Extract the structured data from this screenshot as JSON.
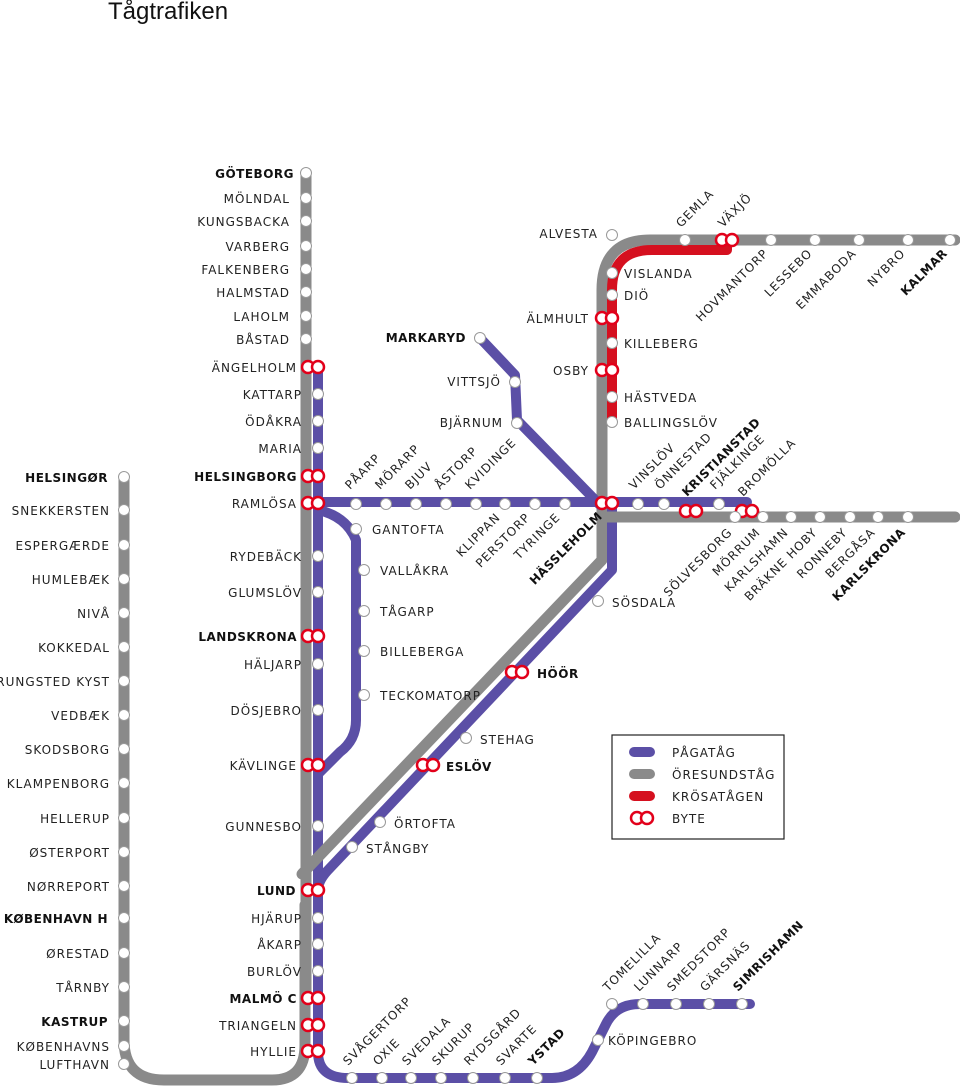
{
  "title": "Tågtrafiken",
  "colors": {
    "pagatag": "#5b4fa6",
    "oresundstag": "#8a8a8a",
    "krosatagen": "#d5101f",
    "byte": "#e2001a"
  },
  "legend": {
    "items": [
      {
        "label": "PÅGATÅG",
        "color": "#5b4fa6"
      },
      {
        "label": "ÖRESUNDSTÅG",
        "color": "#8a8a8a"
      },
      {
        "label": "KRÖSATÅGEN",
        "color": "#d5101f"
      }
    ],
    "byte": "BYTE"
  },
  "lines": {
    "denmark": {
      "color": "#8a8a8a",
      "stations": [
        {
          "name": "HELSINGØR",
          "bold": true
        },
        {
          "name": "SNEKKERSTEN"
        },
        {
          "name": "ESPERGÆRDE"
        },
        {
          "name": "HUMLEBÆK"
        },
        {
          "name": "NIVÅ"
        },
        {
          "name": "KOKKEDAL"
        },
        {
          "name": "RUNGSTED KYST"
        },
        {
          "name": "VEDBÆK"
        },
        {
          "name": "SKODSBORG"
        },
        {
          "name": "KLAMPENBORG"
        },
        {
          "name": "HELLERUP"
        },
        {
          "name": "ØSTERPORT"
        },
        {
          "name": "NØRREPORT"
        },
        {
          "name": "KØBENHAVN H",
          "bold": true
        },
        {
          "name": "ØRESTAD"
        },
        {
          "name": "TÅRNBY"
        },
        {
          "name": "KASTRUP",
          "bold": true
        },
        {
          "name": "KØBENHAVNS"
        },
        {
          "name": "LUFTHAVN"
        }
      ]
    },
    "westcoast": {
      "stations": [
        {
          "name": "GÖTEBORG",
          "bold": true
        },
        {
          "name": "MÖLNDAL"
        },
        {
          "name": "KUNGSBACKA"
        },
        {
          "name": "VARBERG"
        },
        {
          "name": "FALKENBERG"
        },
        {
          "name": "HALMSTAD"
        },
        {
          "name": "LAHOLM"
        },
        {
          "name": "BÅSTAD"
        },
        {
          "name": "ÄNGELHOLM",
          "transfer": true
        },
        {
          "name": "KATTARP"
        },
        {
          "name": "ÖDÅKRA"
        },
        {
          "name": "MARIA"
        },
        {
          "name": "HELSINGBORG",
          "bold": true,
          "transfer": true
        },
        {
          "name": "RAMLÖSA",
          "transfer": true
        },
        {
          "name": "RYDEBÄCK"
        },
        {
          "name": "GLUMSLÖV"
        },
        {
          "name": "LANDSKRONA",
          "bold": true,
          "transfer": true
        },
        {
          "name": "HÄLJARP"
        },
        {
          "name": "DÖSJEBRO"
        },
        {
          "name": "KÄVLINGE",
          "transfer": true
        },
        {
          "name": "GUNNESBO"
        },
        {
          "name": "LUND",
          "bold": true,
          "transfer": true
        },
        {
          "name": "HJÄRUP"
        },
        {
          "name": "ÅKARP"
        },
        {
          "name": "BURLÖV"
        },
        {
          "name": "MALMÖ C",
          "bold": true,
          "transfer": true
        },
        {
          "name": "TRIANGELN",
          "transfer": true
        },
        {
          "name": "HYLLIE",
          "transfer": true
        }
      ]
    },
    "inland": {
      "stations": [
        {
          "name": "GANTOFTA"
        },
        {
          "name": "VALLÅKRA"
        },
        {
          "name": "TÅGARP"
        },
        {
          "name": "BILLEBERGA"
        },
        {
          "name": "TECKOMATORP"
        }
      ]
    },
    "markaryd": {
      "stations": [
        {
          "name": "MARKARYD",
          "bold": true
        },
        {
          "name": "VITTSJÖ"
        },
        {
          "name": "BJÄRNUM"
        }
      ]
    },
    "hassleholm_branch": {
      "stations": [
        {
          "name": "PÅARP"
        },
        {
          "name": "MÖRARP"
        },
        {
          "name": "BJUV"
        },
        {
          "name": "ÅSTORP"
        },
        {
          "name": "KVIDINGE"
        },
        {
          "name": "KLIPPAN"
        },
        {
          "name": "PERSTORP"
        },
        {
          "name": "TYRINGE"
        },
        {
          "name": "HÄSSLEHOLM",
          "bold": true,
          "transfer": true
        }
      ]
    },
    "southern_main": {
      "stations": [
        {
          "name": "SÖSDALA"
        },
        {
          "name": "HÖÖR",
          "bold": true,
          "transfer": true
        },
        {
          "name": "STEHAG"
        },
        {
          "name": "ESLÖV",
          "bold": true,
          "transfer": true
        },
        {
          "name": "ÖRTOFTA"
        },
        {
          "name": "STÅNGBY"
        }
      ]
    },
    "northern_main": {
      "stations": [
        {
          "name": "ALVESTA"
        },
        {
          "name": "VISLANDA"
        },
        {
          "name": "DIÖ"
        },
        {
          "name": "ÄLMHULT",
          "transfer": true
        },
        {
          "name": "KILLEBERG"
        },
        {
          "name": "OSBY",
          "transfer": true
        },
        {
          "name": "HÄSTVEDA"
        },
        {
          "name": "BALLINGSLÖV"
        }
      ]
    },
    "kalmar": {
      "stations": [
        {
          "name": "GEMLA"
        },
        {
          "name": "VÄXJÖ",
          "transfer": true
        },
        {
          "name": "HOVMANTORP"
        },
        {
          "name": "LESSEBO"
        },
        {
          "name": "EMMABODA"
        },
        {
          "name": "NYBRO"
        },
        {
          "name": "KALMAR",
          "bold": true
        }
      ]
    },
    "blekinge": {
      "stations": [
        {
          "name": "VINSLÖV"
        },
        {
          "name": "ÖNNESTAD"
        },
        {
          "name": "KRISTIANSTAD",
          "bold": true,
          "transfer": true
        },
        {
          "name": "FJÄLKINGE"
        },
        {
          "name": "BROMÖLLA",
          "transfer": true
        },
        {
          "name": "SÖLVESBORG"
        },
        {
          "name": "MÖRRUM"
        },
        {
          "name": "KARLSHAMN"
        },
        {
          "name": "BRÄKNE HOBY"
        },
        {
          "name": "RONNEBY"
        },
        {
          "name": "BERGÅSA"
        },
        {
          "name": "KARLSKRONA",
          "bold": true
        }
      ]
    },
    "ystad": {
      "stations": [
        {
          "name": "SVÅGERTORP"
        },
        {
          "name": "OXIE"
        },
        {
          "name": "SVEDALA"
        },
        {
          "name": "SKURUP"
        },
        {
          "name": "RYDSGÅRD"
        },
        {
          "name": "SVARTE"
        },
        {
          "name": "YSTAD",
          "bold": true
        },
        {
          "name": "KÖPINGEBRO"
        },
        {
          "name": "TOMELILLA"
        },
        {
          "name": "LUNNARP"
        },
        {
          "name": "SMEDSTORP"
        },
        {
          "name": "GÄRSNÄS"
        },
        {
          "name": "SIMRISHAMN",
          "bold": true
        }
      ]
    }
  }
}
